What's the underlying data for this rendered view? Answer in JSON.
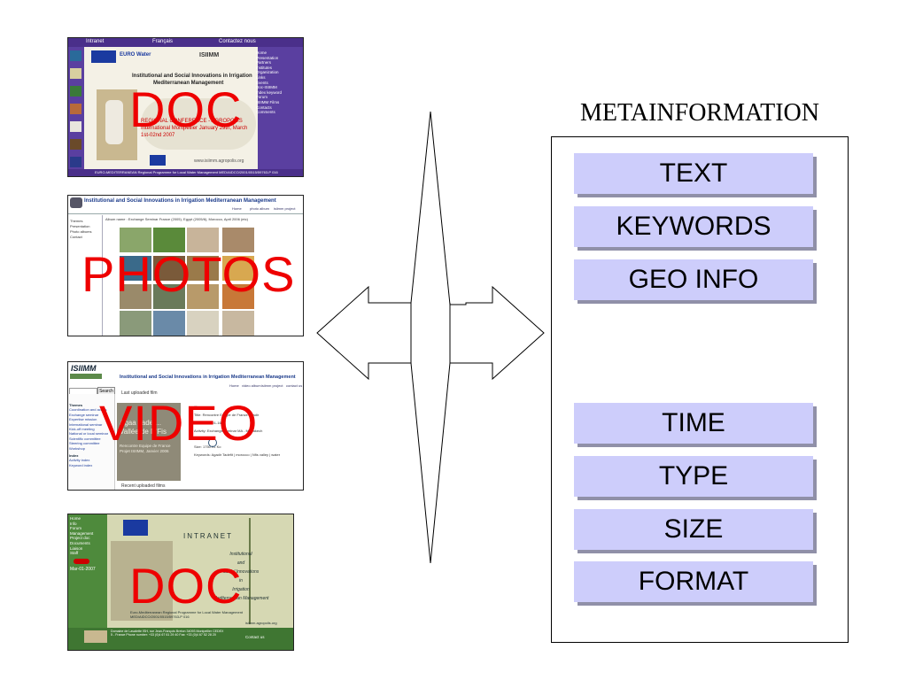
{
  "panels": {
    "doc1": {
      "label": "DOC",
      "top_links": [
        "Intranet",
        "Français",
        "Contactez nous"
      ],
      "title_line1": "Institutional and Social Innovations in Irrigation",
      "title_line2": "Mediterranean Management",
      "nav": [
        "Home",
        "Presentation",
        "Partners",
        "Institutes",
        "Organization",
        "Links",
        "Events",
        "Doc-ISIIMM",
        "Index keyword",
        "Forum",
        "ISIIMM Films",
        "Contacts",
        "Comments"
      ],
      "conf_text": "REGIONAL CONFERENCE - AGROPOLIS International Montpellier January 29th, March 1st-02nd 2007",
      "footer": "EURO-MEDITERRANEAN Regional Programme for Local Water Management MED/AIDCO/2001/0515/59763-P 016",
      "url": "www.isiimm.agropolis.org",
      "logo_texts": [
        "EURO Water",
        "ISIIMM"
      ]
    },
    "photos": {
      "label": "PHOTOS",
      "title": "Institutional and Social Innovations in Irrigation Mediterranean Management",
      "topnav": [
        "Home",
        "photo album",
        "isiimm project"
      ],
      "sidebar": [
        "Themes",
        "Presentation",
        "Photo albums",
        "Contact"
      ],
      "album_title": "Album name : Exchange Seminar France (2005), Egypt (2005/6), Morocco, April 2006 (etc)"
    },
    "video": {
      "label": "VIDEO",
      "logo": "ISIIMM",
      "title": "Institutional and Social Innovations in Irrigation Mediterranean Management",
      "topnav": [
        "Home",
        "video album",
        "isiimm project",
        "contact us"
      ],
      "search_button": "Search",
      "section_title": "Last uploaded film",
      "sidebar_header": "Themes",
      "sidebar": [
        "Coordination and actors",
        "Exchange seminar",
        "Expertise mission",
        "International seminar",
        "Kick-off meeting",
        "National or local seminar",
        "Scientific committee",
        "Steering committee",
        "Workshop"
      ],
      "index_header": "Index",
      "index_items": [
        "Activity index",
        "Keyword index"
      ],
      "clip_lines": [
        "Agaa Tadef...",
        "Vallée de N'Fis",
        "Rencontre Equipe de France",
        "Projet ISIIMM, Janvier 2006"
      ],
      "details": [
        "ID",
        "Title: Rencontre Equipe de France Agadir",
        "Year: 2006-01-16",
        "Activity: Exchange seminar MA - Marrakech",
        "Format:",
        "Size: 1750.91 Ko",
        "Keywords: Agadir Tadefit | morocco | Nfis valley | water"
      ],
      "bottom_title": "Recent uploaded films"
    },
    "doc2": {
      "label": "DOC",
      "nav": [
        "Home",
        "Info",
        "Forum",
        "Management",
        "Project doc",
        "Documents",
        "Liaison",
        "Staff"
      ],
      "date": "Mar-01-2007",
      "banner": "INTRANET",
      "stack_words": [
        "Institutional",
        "and",
        "Social Innovations",
        "in",
        "Irrigation",
        "Mediterranean Management"
      ],
      "program": "Euro-Mediterranean Regional Programme for Local Water Management MED/AIDCO/2001/0515/59763-P 016",
      "address": "Domaine de Lavalette ISH, rue Jean-François Breton 34093 Montpellier CEDEX 5 - France Phone number: +33 (0)4 67 61 29 40 Fax: +33 (0)4 67 52 28 20",
      "contact": "Contact us",
      "url": "isiimm.agropolis.org"
    }
  },
  "metainfo": {
    "title": "METAINFORMATION",
    "items": [
      "TEXT",
      "KEYWORDS",
      "GEO INFO",
      "TIME",
      "TYPE",
      "SIZE",
      "FORMAT"
    ]
  }
}
